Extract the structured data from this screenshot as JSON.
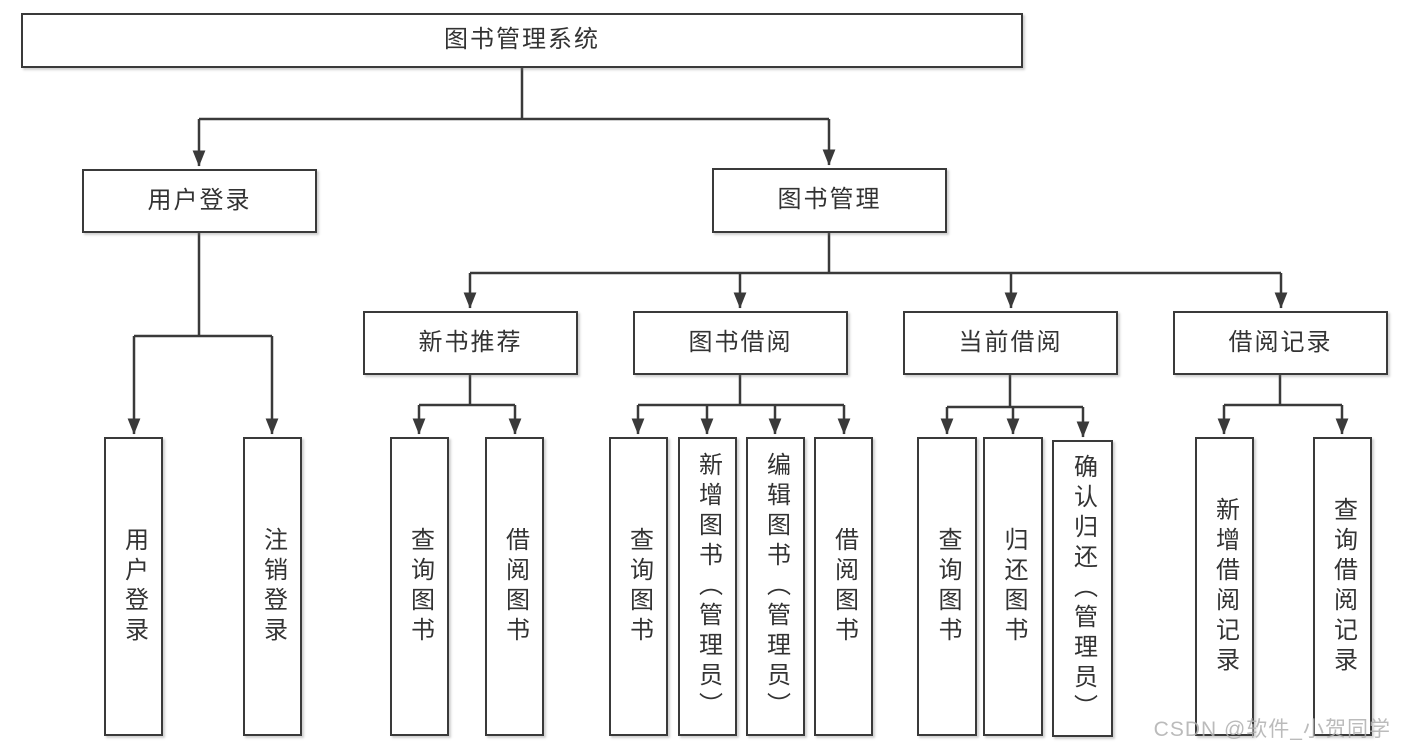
{
  "colors": {
    "line": "#3a3a3a",
    "text": "#333333",
    "watermark": "#b0b0b0"
  },
  "watermark": {
    "text": "CSDN @软件_小贺同学"
  },
  "nodes": {
    "root": {
      "label": "图书管理系统"
    },
    "user_login": {
      "label": "用户登录"
    },
    "book_mgmt": {
      "label": "图书管理"
    },
    "new_book_rec": {
      "label": "新书推荐"
    },
    "book_borrow": {
      "label": "图书借阅"
    },
    "current_borrow": {
      "label": "当前借阅"
    },
    "borrow_records": {
      "label": "借阅记录"
    },
    "leaf_user_login": {
      "label": "用户登录"
    },
    "leaf_logout": {
      "label": "注销登录"
    },
    "leaf_query_book_1": {
      "label": "查询图书"
    },
    "leaf_borrow_book_1": {
      "label": "借阅图书"
    },
    "leaf_query_book_2": {
      "label": "查询图书"
    },
    "leaf_add_book": {
      "label": "新增图书（管理员）"
    },
    "leaf_edit_book": {
      "label": "编辑图书（管理员）"
    },
    "leaf_borrow_book_2": {
      "label": "借阅图书"
    },
    "leaf_query_book_3": {
      "label": "查询图书"
    },
    "leaf_return_book": {
      "label": "归还图书"
    },
    "leaf_confirm_return": {
      "label": "确认归还（管理员）"
    },
    "leaf_add_record": {
      "label": "新增借阅记录"
    },
    "leaf_query_record": {
      "label": "查询借阅记录"
    }
  }
}
